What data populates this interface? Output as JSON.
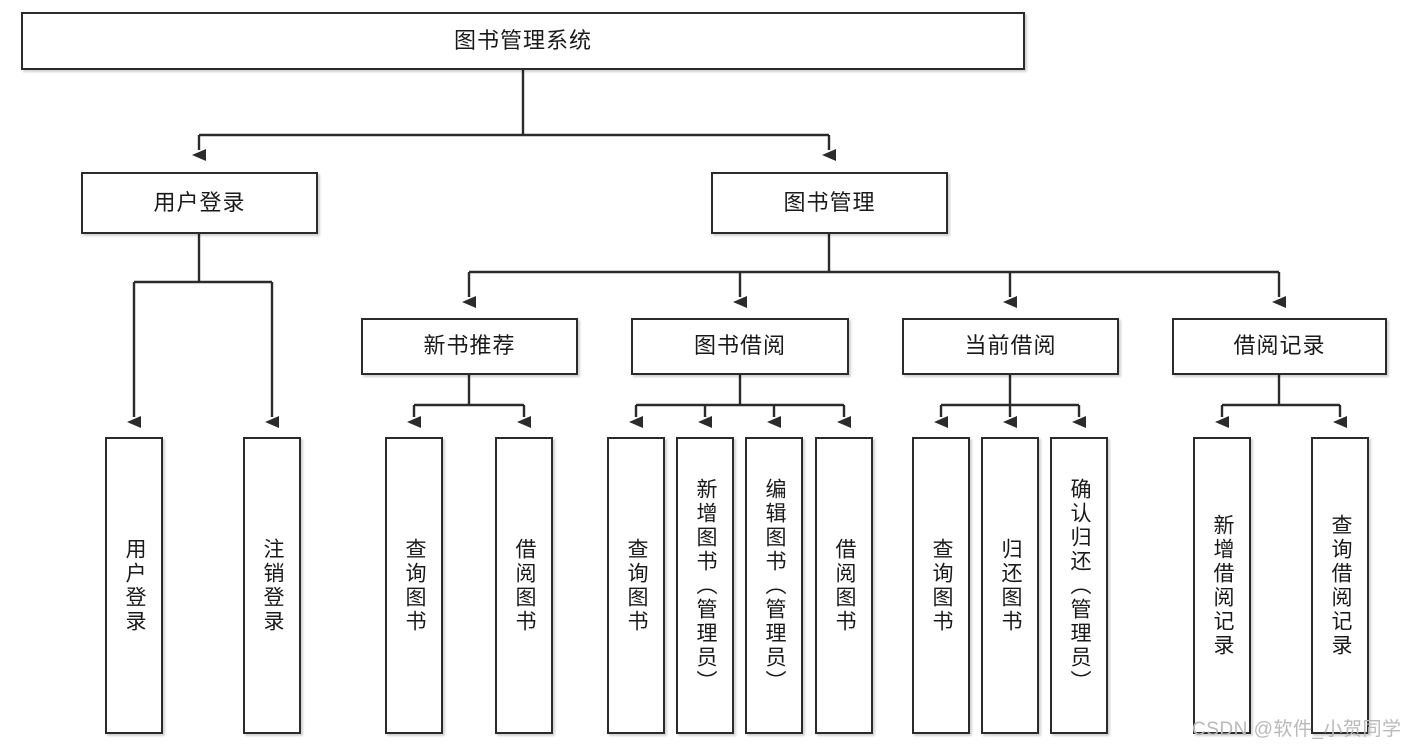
{
  "diagram": {
    "title": "图书管理系统",
    "type": "tree-hierarchy",
    "watermark": "CSDN @软件_小贺同学",
    "colors": {
      "box_border": "#2b2b2b",
      "box_fill": "#ffffff",
      "link": "#2b2b2b",
      "text": "#1a1a1a",
      "watermark": "#b9b9b9"
    },
    "nodes": {
      "root": {
        "label": "图书管理系统",
        "level": 0,
        "orientation": "horizontal"
      },
      "l1": [
        {
          "id": "user-login",
          "label": "用户登录",
          "orientation": "horizontal"
        },
        {
          "id": "book-manage",
          "label": "图书管理",
          "orientation": "horizontal"
        }
      ],
      "l2": [
        {
          "id": "new-book-rec",
          "label": "新书推荐",
          "orientation": "horizontal"
        },
        {
          "id": "book-borrow",
          "label": "图书借阅",
          "orientation": "horizontal"
        },
        {
          "id": "current-borrow",
          "label": "当前借阅",
          "orientation": "horizontal"
        },
        {
          "id": "borrow-record",
          "label": "借阅记录",
          "orientation": "horizontal"
        }
      ],
      "leaves": [
        {
          "id": "leaf-user-login",
          "label": "用户登录",
          "parent": "user-login",
          "orientation": "vertical"
        },
        {
          "id": "leaf-user-logout",
          "label": "注销登录",
          "parent": "user-login",
          "orientation": "vertical"
        },
        {
          "id": "leaf-query-book-1",
          "label": "查询图书",
          "parent": "new-book-rec",
          "orientation": "vertical"
        },
        {
          "id": "leaf-borrow-book-1",
          "label": "借阅图书",
          "parent": "new-book-rec",
          "orientation": "vertical"
        },
        {
          "id": "leaf-query-book-2",
          "label": "查询图书",
          "parent": "book-borrow",
          "orientation": "vertical"
        },
        {
          "id": "leaf-add-book",
          "label": "新增图书（管理员）",
          "parent": "book-borrow",
          "orientation": "vertical"
        },
        {
          "id": "leaf-edit-book",
          "label": "编辑图书（管理员）",
          "parent": "book-borrow",
          "orientation": "vertical"
        },
        {
          "id": "leaf-borrow-book-2",
          "label": "借阅图书",
          "parent": "book-borrow",
          "orientation": "vertical"
        },
        {
          "id": "leaf-query-book-3",
          "label": "查询图书",
          "parent": "current-borrow",
          "orientation": "vertical"
        },
        {
          "id": "leaf-return-book",
          "label": "归还图书",
          "parent": "current-borrow",
          "orientation": "vertical"
        },
        {
          "id": "leaf-confirm-return",
          "label": "确认归还（管理员）",
          "parent": "current-borrow",
          "orientation": "vertical"
        },
        {
          "id": "leaf-add-record",
          "label": "新增借阅记录",
          "parent": "borrow-record",
          "orientation": "vertical"
        },
        {
          "id": "leaf-query-record",
          "label": "查询借阅记录",
          "parent": "borrow-record",
          "orientation": "vertical"
        }
      ]
    }
  }
}
